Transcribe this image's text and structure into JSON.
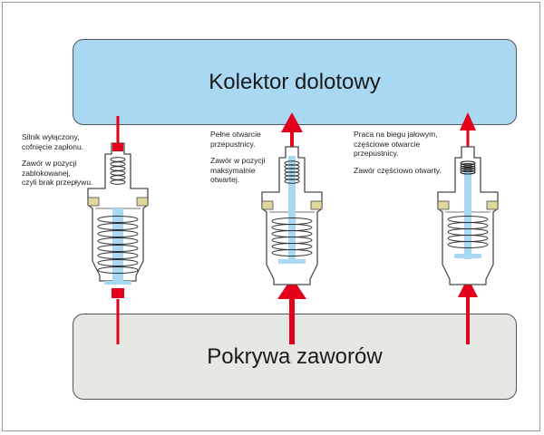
{
  "boxes": {
    "top_label": "Kolektor dolotowy",
    "bottom_label": "Pokrywa zaworów"
  },
  "notes": [
    {
      "state_lines": [
        "Silnik wyłączony,",
        "cofnięcie zapłonu."
      ],
      "valve_lines": [
        "Zawór w pozycji",
        "zablokowanej,",
        "czyli brak przepływu."
      ]
    },
    {
      "state_lines": [
        "Pełne otwarcie",
        "przepustnicy."
      ],
      "valve_lines": [
        "Zawór w pozycji",
        "maksymalnie",
        "otwartej."
      ]
    },
    {
      "state_lines": [
        "Praca na biegu jałowym,",
        "częściowe otwarcie",
        "przepustnicy."
      ],
      "valve_lines": [
        "Zawór częściowo otwarty."
      ]
    }
  ],
  "colors": {
    "manifold": "#a9d9f2",
    "cover": "#e6e8e3",
    "flow_arrow": "#e3001b",
    "fluid": "#a9d9f2",
    "seal": "#e0d79a"
  }
}
